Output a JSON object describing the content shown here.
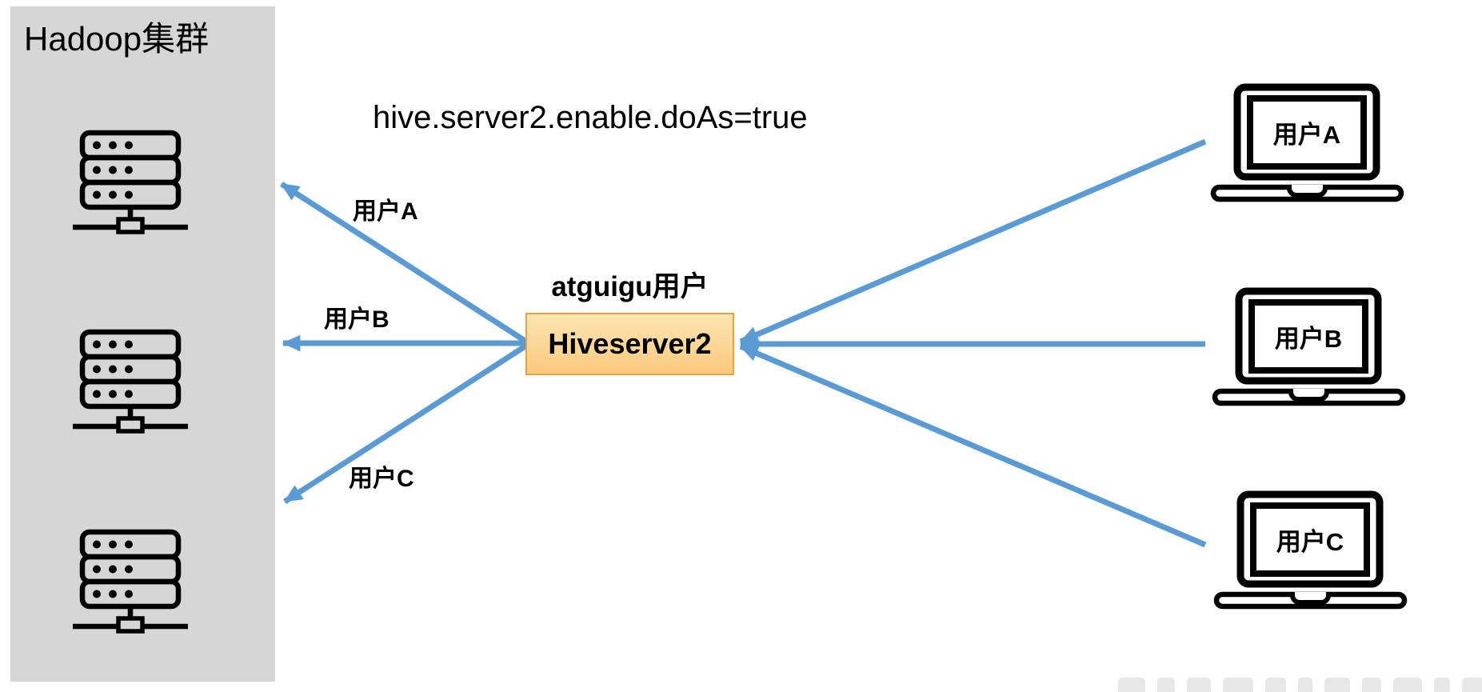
{
  "hadoop_panel": {
    "title": "Hadoop集群",
    "server_icons": [
      "server-rack-icon",
      "server-rack-icon",
      "server-rack-icon"
    ]
  },
  "config_text": "hive.server2.enable.doAs=true",
  "hiveserver": {
    "user_label": "atguigu用户",
    "label": "Hiveserver2"
  },
  "left_arrows": [
    {
      "label": "用户A"
    },
    {
      "label": "用户B"
    },
    {
      "label": "用户C"
    }
  ],
  "clients": [
    {
      "label": "用户A",
      "icon": "laptop-icon"
    },
    {
      "label": "用户B",
      "icon": "laptop-icon"
    },
    {
      "label": "用户C",
      "icon": "laptop-icon"
    }
  ],
  "colors": {
    "arrow": "#5B9BD5",
    "panel_bg": "#D6D6D6",
    "box_border": "#E8A33D",
    "box_fill_top": "#FDE5B3",
    "box_fill_bottom": "#FBC97D",
    "icon_stroke": "#000000"
  }
}
